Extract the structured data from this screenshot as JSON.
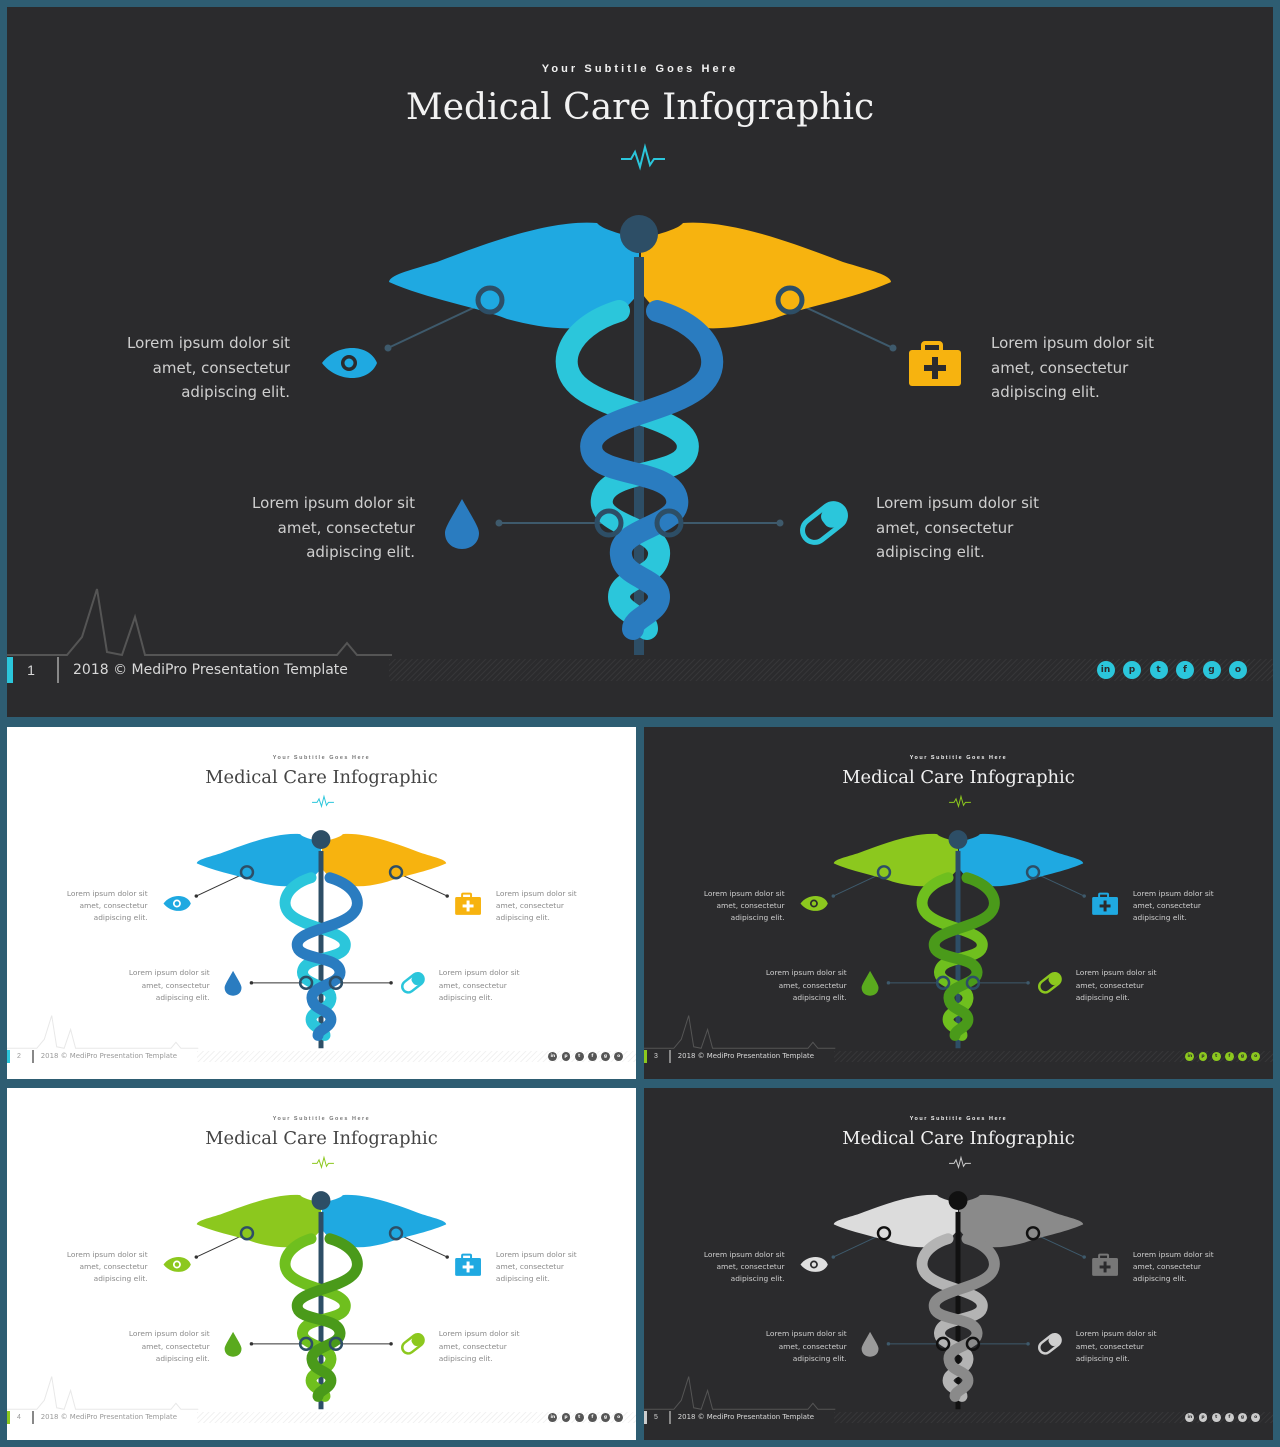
{
  "slides": [
    {
      "theme": "dark",
      "page_number": "1",
      "subtitle": "Your Subtitle Goes Here",
      "title": "Medical Care Infographic",
      "footer": "2018 © MediPro Presentation Template",
      "colors": {
        "wing_left": "#1fa9e1",
        "wing_right": "#f7b30f",
        "snake_a": "#2bc6db",
        "snake_b": "#2a7cc0",
        "staff": "#2d4e66",
        "accent": "#2bc6db",
        "icon_eye": "#1fa9e1",
        "icon_kit": "#f7b30f",
        "icon_drop": "#2a7cc0",
        "icon_pill": "#2bc6db"
      },
      "items": [
        {
          "lines": [
            "Lorem ipsum dolor sit",
            "amet, consectetur",
            "adipiscing elit."
          ],
          "icon": "eye-icon"
        },
        {
          "lines": [
            "Lorem ipsum dolor sit",
            "amet, consectetur",
            "adipiscing elit."
          ],
          "icon": "first-aid-kit-icon"
        },
        {
          "lines": [
            "Lorem ipsum dolor sit",
            "amet, consectetur",
            "adipiscing elit."
          ],
          "icon": "drop-icon"
        },
        {
          "lines": [
            "Lorem ipsum dolor sit",
            "amet, consectetur",
            "adipiscing elit."
          ],
          "icon": "pill-icon"
        }
      ],
      "social_icons": [
        "linkedin-icon",
        "pinterest-icon",
        "twitter-icon",
        "facebook-icon",
        "google-plus-icon",
        "instagram-icon"
      ]
    },
    {
      "theme": "light",
      "page_number": "2",
      "subtitle": "Your Subtitle Goes Here",
      "title": "Medical Care Infographic",
      "footer": "2018 © MediPro Presentation Template",
      "colors": {
        "wing_left": "#1fa9e1",
        "wing_right": "#f7b30f",
        "snake_a": "#2bc6db",
        "snake_b": "#2a7cc0",
        "staff": "#2d4e66",
        "accent": "#2bc6db",
        "icon_eye": "#1fa9e1",
        "icon_kit": "#f7b30f",
        "icon_drop": "#2a7cc0",
        "icon_pill": "#2bc6db",
        "social": "#555555"
      },
      "items": [
        {
          "lines": [
            "Lorem ipsum dolor sit",
            "amet, consectetur",
            "adipiscing elit."
          ],
          "icon": "eye-icon"
        },
        {
          "lines": [
            "Lorem ipsum dolor sit",
            "amet, consectetur",
            "adipiscing elit."
          ],
          "icon": "first-aid-kit-icon"
        },
        {
          "lines": [
            "Lorem ipsum dolor sit",
            "amet, consectetur",
            "adipiscing elit."
          ],
          "icon": "drop-icon"
        },
        {
          "lines": [
            "Lorem ipsum dolor sit",
            "amet, consectetur",
            "adipiscing elit."
          ],
          "icon": "pill-icon"
        }
      ],
      "social_icons": [
        "linkedin-icon",
        "pinterest-icon",
        "twitter-icon",
        "facebook-icon",
        "google-plus-icon",
        "instagram-icon"
      ]
    },
    {
      "theme": "dark",
      "page_number": "3",
      "subtitle": "Your Subtitle Goes Here",
      "title": "Medical Care Infographic",
      "footer": "2018 © MediPro Presentation Template",
      "colors": {
        "wing_left": "#8cc81e",
        "wing_right": "#1fa9e1",
        "snake_a": "#6fbf1e",
        "snake_b": "#4a9a1a",
        "staff": "#2d4e66",
        "accent": "#8cc81e",
        "icon_eye": "#8cc81e",
        "icon_kit": "#1fa9e1",
        "icon_drop": "#5aaa1e",
        "icon_pill": "#8cc81e"
      },
      "items": [
        {
          "lines": [
            "Lorem ipsum dolor sit",
            "amet, consectetur",
            "adipiscing elit."
          ],
          "icon": "eye-icon"
        },
        {
          "lines": [
            "Lorem ipsum dolor sit",
            "amet, consectetur",
            "adipiscing elit."
          ],
          "icon": "first-aid-kit-icon"
        },
        {
          "lines": [
            "Lorem ipsum dolor sit",
            "amet, consectetur",
            "adipiscing elit."
          ],
          "icon": "drop-icon"
        },
        {
          "lines": [
            "Lorem ipsum dolor sit",
            "amet, consectetur",
            "adipiscing elit."
          ],
          "icon": "pill-icon"
        }
      ],
      "social_icons": [
        "linkedin-icon",
        "pinterest-icon",
        "twitter-icon",
        "facebook-icon",
        "google-plus-icon",
        "instagram-icon"
      ]
    },
    {
      "theme": "light",
      "page_number": "4",
      "subtitle": "Your Subtitle Goes Here",
      "title": "Medical Care Infographic",
      "footer": "2018 © MediPro Presentation Template",
      "colors": {
        "wing_left": "#8cc81e",
        "wing_right": "#1fa9e1",
        "snake_a": "#6fbf1e",
        "snake_b": "#4a9a1a",
        "staff": "#2d4e66",
        "accent": "#8cc81e",
        "icon_eye": "#8cc81e",
        "icon_kit": "#1fa9e1",
        "icon_drop": "#5aaa1e",
        "icon_pill": "#8cc81e",
        "social": "#555555"
      },
      "items": [
        {
          "lines": [
            "Lorem ipsum dolor sit",
            "amet, consectetur",
            "adipiscing elit."
          ],
          "icon": "eye-icon"
        },
        {
          "lines": [
            "Lorem ipsum dolor sit",
            "amet, consectetur",
            "adipiscing elit."
          ],
          "icon": "first-aid-kit-icon"
        },
        {
          "lines": [
            "Lorem ipsum dolor sit",
            "amet, consectetur",
            "adipiscing elit."
          ],
          "icon": "drop-icon"
        },
        {
          "lines": [
            "Lorem ipsum dolor sit",
            "amet, consectetur",
            "adipiscing elit."
          ],
          "icon": "pill-icon"
        }
      ],
      "social_icons": [
        "linkedin-icon",
        "pinterest-icon",
        "twitter-icon",
        "facebook-icon",
        "google-plus-icon",
        "instagram-icon"
      ]
    },
    {
      "theme": "dark",
      "page_number": "5",
      "subtitle": "Your Subtitle Goes Here",
      "title": "Medical Care Infographic",
      "footer": "2018 © MediPro Presentation Template",
      "colors": {
        "wing_left": "#dcdcdc",
        "wing_right": "#8a8a8a",
        "snake_a": "#b4b4b4",
        "snake_b": "#8a8a8a",
        "staff": "#111111",
        "accent": "#cccccc",
        "icon_eye": "#e0e0e0",
        "icon_kit": "#777777",
        "icon_drop": "#9a9a9a",
        "icon_pill": "#cfcfcf"
      },
      "items": [
        {
          "lines": [
            "Lorem ipsum dolor sit",
            "amet, consectetur",
            "adipiscing elit."
          ],
          "icon": "eye-icon"
        },
        {
          "lines": [
            "Lorem ipsum dolor sit",
            "amet, consectetur",
            "adipiscing elit."
          ],
          "icon": "first-aid-kit-icon"
        },
        {
          "lines": [
            "Lorem ipsum dolor sit",
            "amet, consectetur",
            "adipiscing elit."
          ],
          "icon": "drop-icon"
        },
        {
          "lines": [
            "Lorem ipsum dolor sit",
            "amet, consectetur",
            "adipiscing elit."
          ],
          "icon": "pill-icon"
        }
      ],
      "social_icons": [
        "linkedin-icon",
        "pinterest-icon",
        "twitter-icon",
        "facebook-icon",
        "google-plus-icon",
        "instagram-icon"
      ]
    }
  ]
}
